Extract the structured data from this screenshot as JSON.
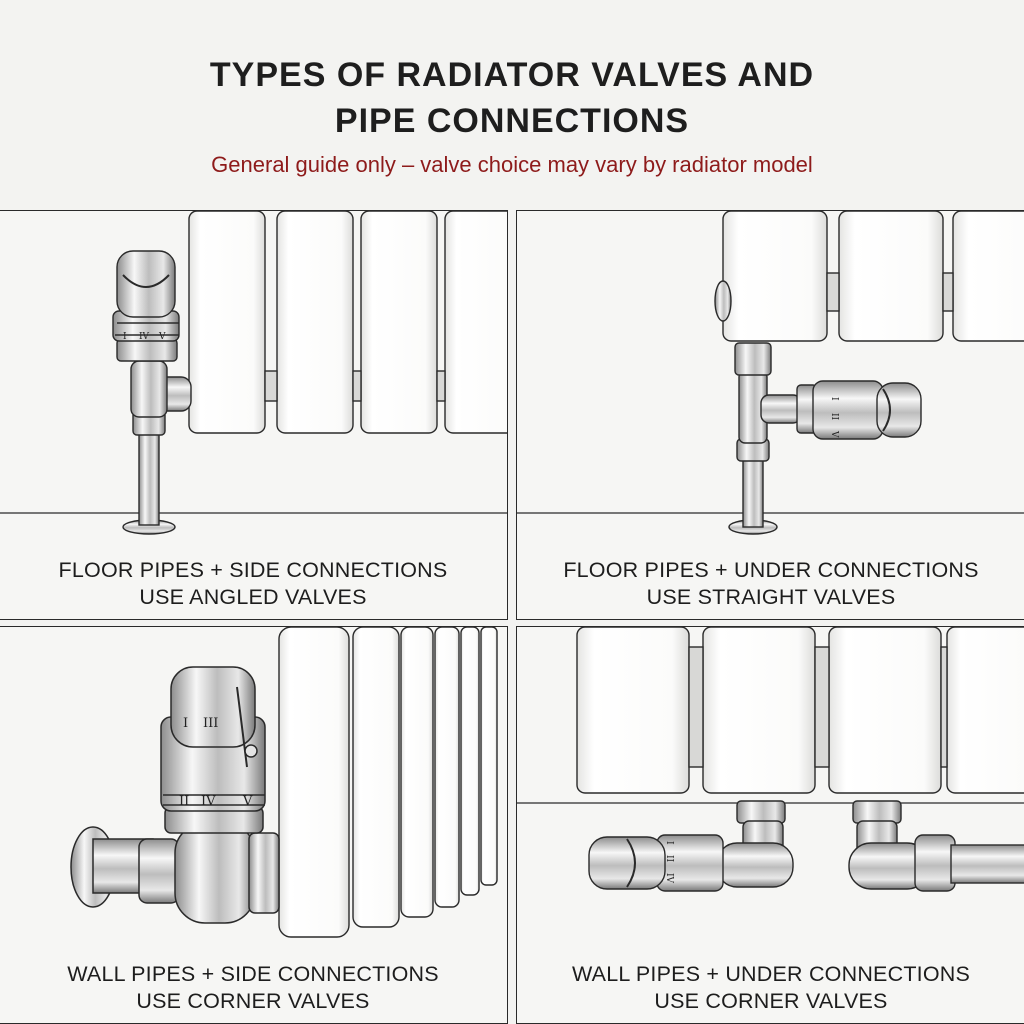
{
  "header": {
    "title_line1": "TYPES OF RADIATOR VALVES AND",
    "title_line2": "PIPE CONNECTIONS",
    "subtitle": "General guide only – valve choice may vary by radiator model"
  },
  "panels": [
    {
      "caption_line1": "FLOOR PIPES + SIDE CONNECTIONS",
      "caption_line2": "USE ANGLED VALVES",
      "valve_markings": [
        "I",
        "IV",
        "V"
      ]
    },
    {
      "caption_line1": "FLOOR PIPES + UNDER CONNECTIONS",
      "caption_line2": "USE STRAIGHT VALVES",
      "valve_markings": [
        "I",
        "II",
        "V"
      ]
    },
    {
      "caption_line1": "WALL PIPES + SIDE CONNECTIONS",
      "caption_line2": "USE CORNER VALVES",
      "valve_markings": [
        "I",
        "III",
        "II",
        "IV",
        "V"
      ]
    },
    {
      "caption_line1": "WALL PIPES + UNDER CONNECTIONS",
      "caption_line2": "USE CORNER VALVES",
      "valve_markings": [
        "I",
        "II",
        "IV"
      ]
    }
  ],
  "colors": {
    "title": "#1e1e1e",
    "subtitle": "#8e1b1b",
    "line": "#2a2a2a",
    "radiator": "#fbfbfa",
    "chrome": "#c9c9c9"
  }
}
